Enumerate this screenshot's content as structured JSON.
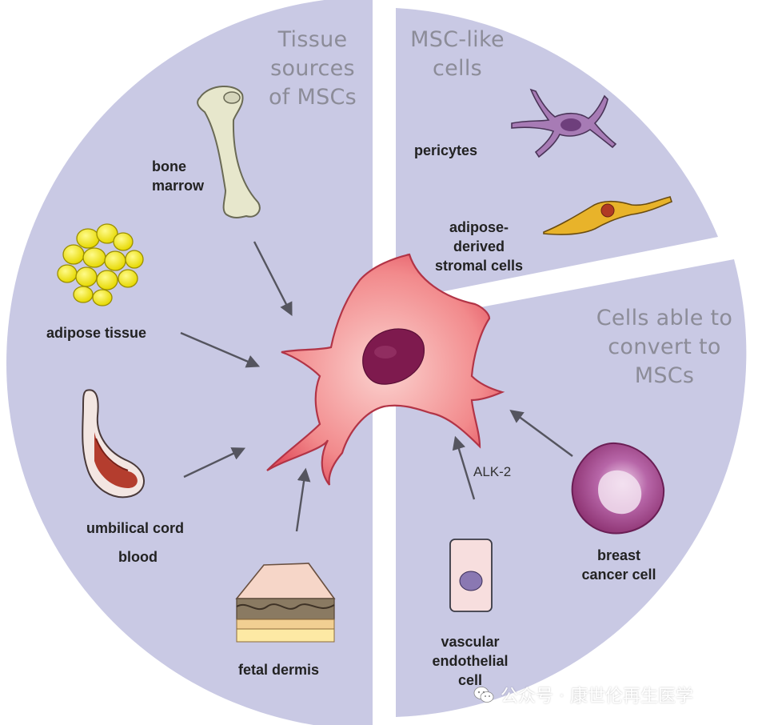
{
  "sections": {
    "tissue_sources": {
      "title_lines": [
        "Tissue",
        "sources",
        "of MSCs"
      ],
      "items": {
        "bone_marrow": [
          "bone",
          "marrow"
        ],
        "adipose_tissue": "adipose tissue",
        "umbilical_cord_blood": [
          "umbilical cord",
          "blood"
        ],
        "fetal_dermis": "fetal dermis"
      }
    },
    "msc_like": {
      "title_lines": [
        "MSC-like",
        "cells"
      ],
      "items": {
        "pericytes": "pericytes",
        "adipose_derived_stromal_cells": [
          "adipose-",
          "derived",
          "stromal cells"
        ]
      }
    },
    "convertible": {
      "title_lines": [
        "Cells able to",
        "convert to",
        "MSCs"
      ],
      "items": {
        "breast_cancer_cell": [
          "breast",
          "cancer cell"
        ],
        "vascular_endothelial_cell": [
          "vascular",
          "endothelial",
          "cell"
        ]
      },
      "pathway_label": "ALK-2"
    }
  },
  "watermark": "公众号 · 康世伦再生医学",
  "colors": {
    "sector_fill": "#c9c9e4",
    "msc_body": "#ee6a72",
    "nucleus": "#7e1a4e",
    "arrow": "#55555f",
    "header_text": "#8c8c98"
  }
}
